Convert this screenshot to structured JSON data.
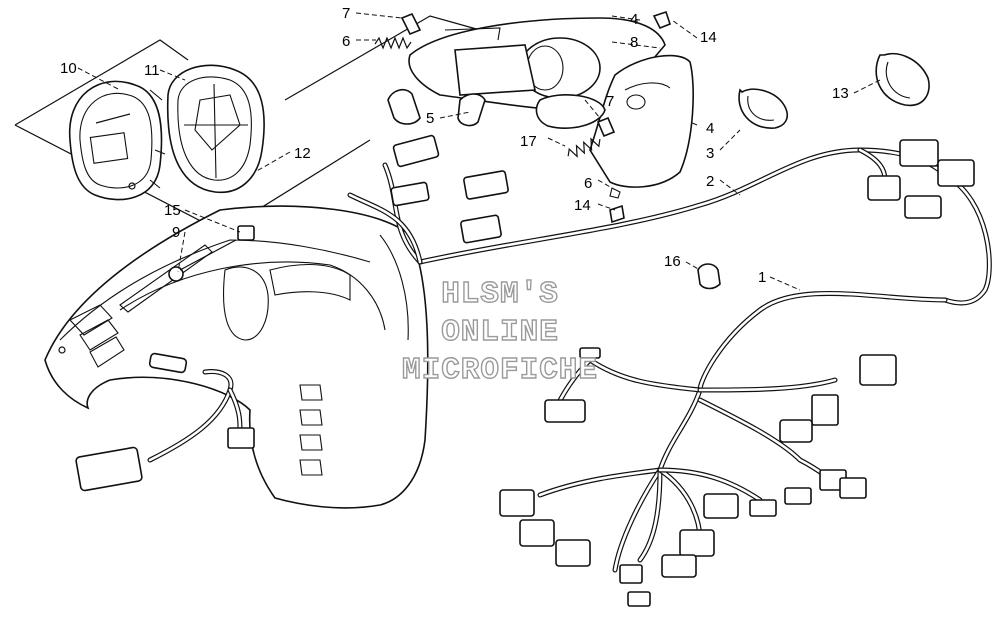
{
  "callouts": [
    "1",
    "2",
    "3",
    "4",
    "4",
    "5",
    "6",
    "6",
    "7",
    "7",
    "8",
    "9",
    "10",
    "11",
    "12",
    "13",
    "14",
    "14",
    "15",
    "16",
    "17"
  ],
  "watermark": [
    "HLSM'S",
    "ONLINE",
    "MICROFICHE"
  ],
  "colors": {
    "ink": "#111111",
    "paper": "#ffffff",
    "watermark_stroke": "#9a9a9a"
  }
}
